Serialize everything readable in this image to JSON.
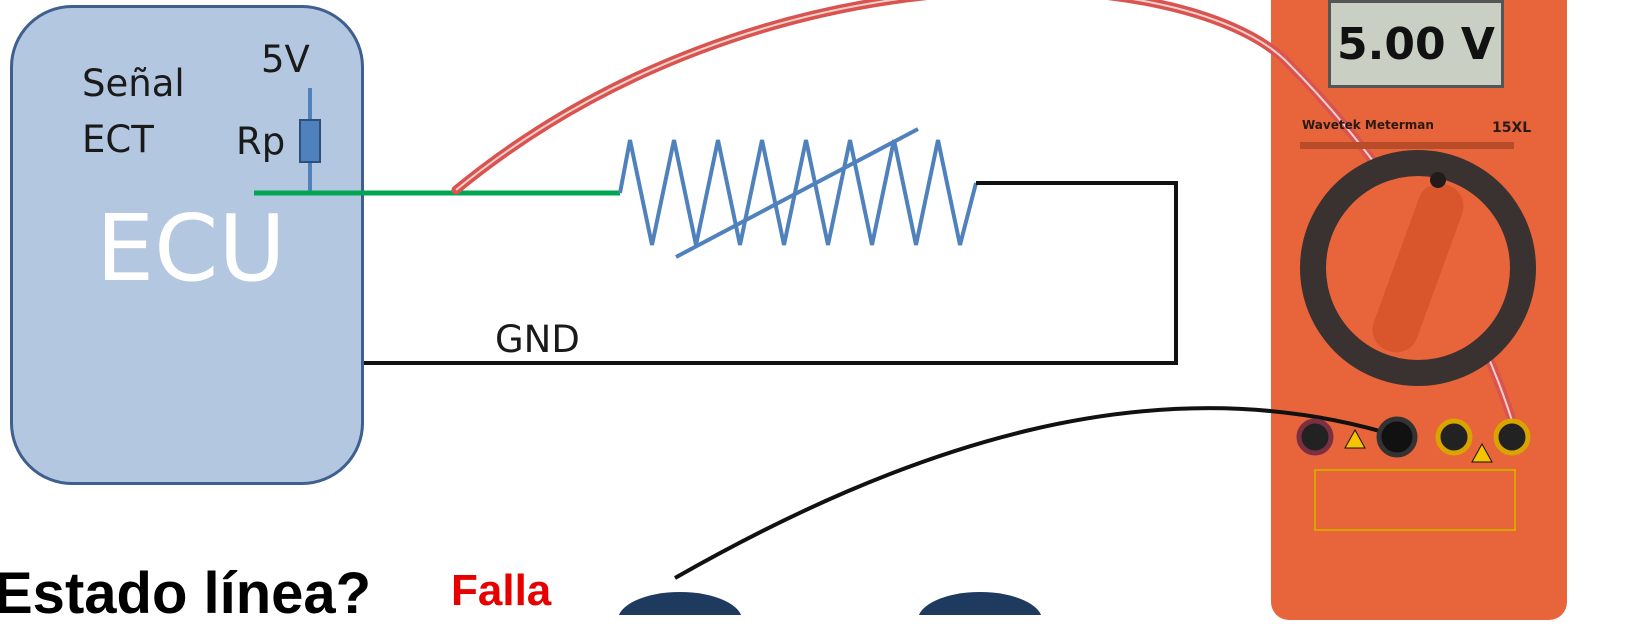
{
  "ecu": {
    "signal_line1": "Señal",
    "signal_line2": "ECT",
    "supply": "5V",
    "pullup": "Rp",
    "name": "ECU"
  },
  "ground_label": "GND",
  "multimeter": {
    "reading": "5.00 V",
    "brand": "Wavetek Meterman",
    "model": "15XL",
    "body_color": "#e8643a"
  },
  "question": {
    "text": "Estado línea?",
    "answer": "Falla",
    "answer_color": "#e60000"
  },
  "colors": {
    "signal_wire": "#00a651",
    "probe_red": "#d9534f",
    "thermistor": "#4f81bd"
  }
}
